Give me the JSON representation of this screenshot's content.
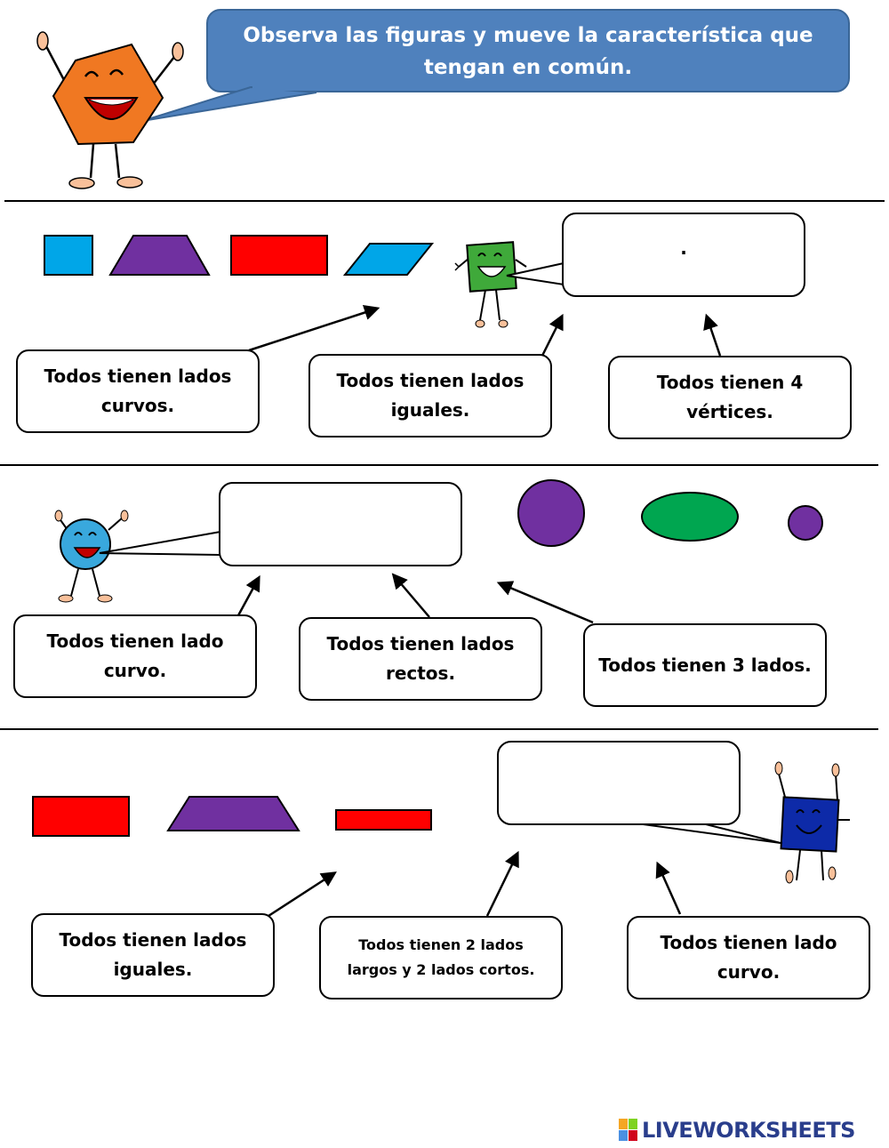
{
  "instruction": "Observa las figuras y mueve la característica que tengan en común.",
  "section1": {
    "drop_text": ".",
    "options": [
      "Todos tienen lados curvos.",
      "Todos tienen lados iguales.",
      "Todos tienen 4 vértices."
    ]
  },
  "section2": {
    "drop_text": "",
    "options": [
      "Todos tienen lado curvo.",
      "Todos tienen lados rectos.",
      "Todos tienen 3 lados."
    ]
  },
  "section3": {
    "drop_text": "",
    "options": [
      "Todos tienen lados iguales.",
      "Todos tienen 2 lados largos y 2 lados cortos.",
      "Todos tienen lado curvo."
    ]
  },
  "colors": {
    "bubble": "#4f81bd",
    "hexagon": "#f07822",
    "cyan": "#00a6e8",
    "purple": "#7030a0",
    "red": "#ff0000",
    "green": "#00a650",
    "square_char": "#3fa93a",
    "circle_char": "#39a8dd",
    "navy_char": "#0d2aa8"
  },
  "icons": [
    "hexagon-character-icon",
    "square-character-icon",
    "circle-character-icon",
    "blue-square-character-icon"
  ],
  "footer": {
    "logo": "LIVEWORKSHEETS"
  }
}
